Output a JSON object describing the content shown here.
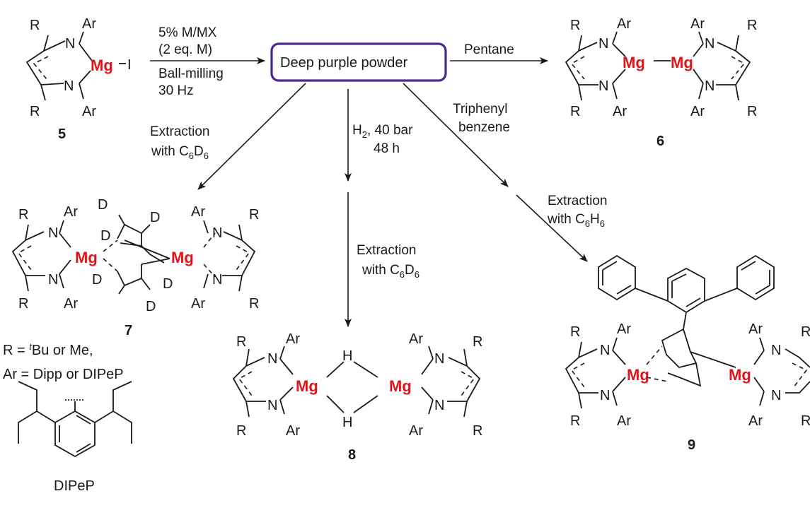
{
  "colors": {
    "mg": "#e0151a",
    "box": "#4b2a8a",
    "ink": "#1a1a1a"
  },
  "labels": {
    "R": "R",
    "Ar": "Ar",
    "N": "N",
    "Mg": "Mg",
    "I": "I",
    "H": "H",
    "D": "D",
    "six_sub": "6"
  },
  "compounds": {
    "c5": "5",
    "c6": "6",
    "c7": "7",
    "c8": "8",
    "c9": "9"
  },
  "intermediate": "Deep purple powder",
  "conditions": {
    "step1_line1": "5% M/MX",
    "step1_line2": "(2 eq. M)",
    "step1_line3": "Ball-milling",
    "step1_line4": "30 Hz",
    "pentane": "Pentane",
    "c7_line1": "Extraction",
    "c7_line2_prefix": "with C",
    "c7_line2_mid": "D",
    "h2_prefix": "H",
    "h2_sub": "2",
    "h2_suffix": ", 40 bar",
    "h2_time": "48 h",
    "c8_line1": "Extraction",
    "c8_line2_prefix": "with C",
    "c8_line2_mid": "D",
    "tpb_line1": "Triphenyl",
    "tpb_line2": "benzene",
    "c9_line1": "Extraction",
    "c9_line2_prefix": "with C",
    "c9_line2_mid": "H"
  },
  "legend": {
    "r_prefix": "R = ",
    "r_sup": "t",
    "r_rest": "Bu or Me,",
    "ar_line": "Ar = Dipp or DIPeP",
    "dipep": "DIPeP"
  }
}
